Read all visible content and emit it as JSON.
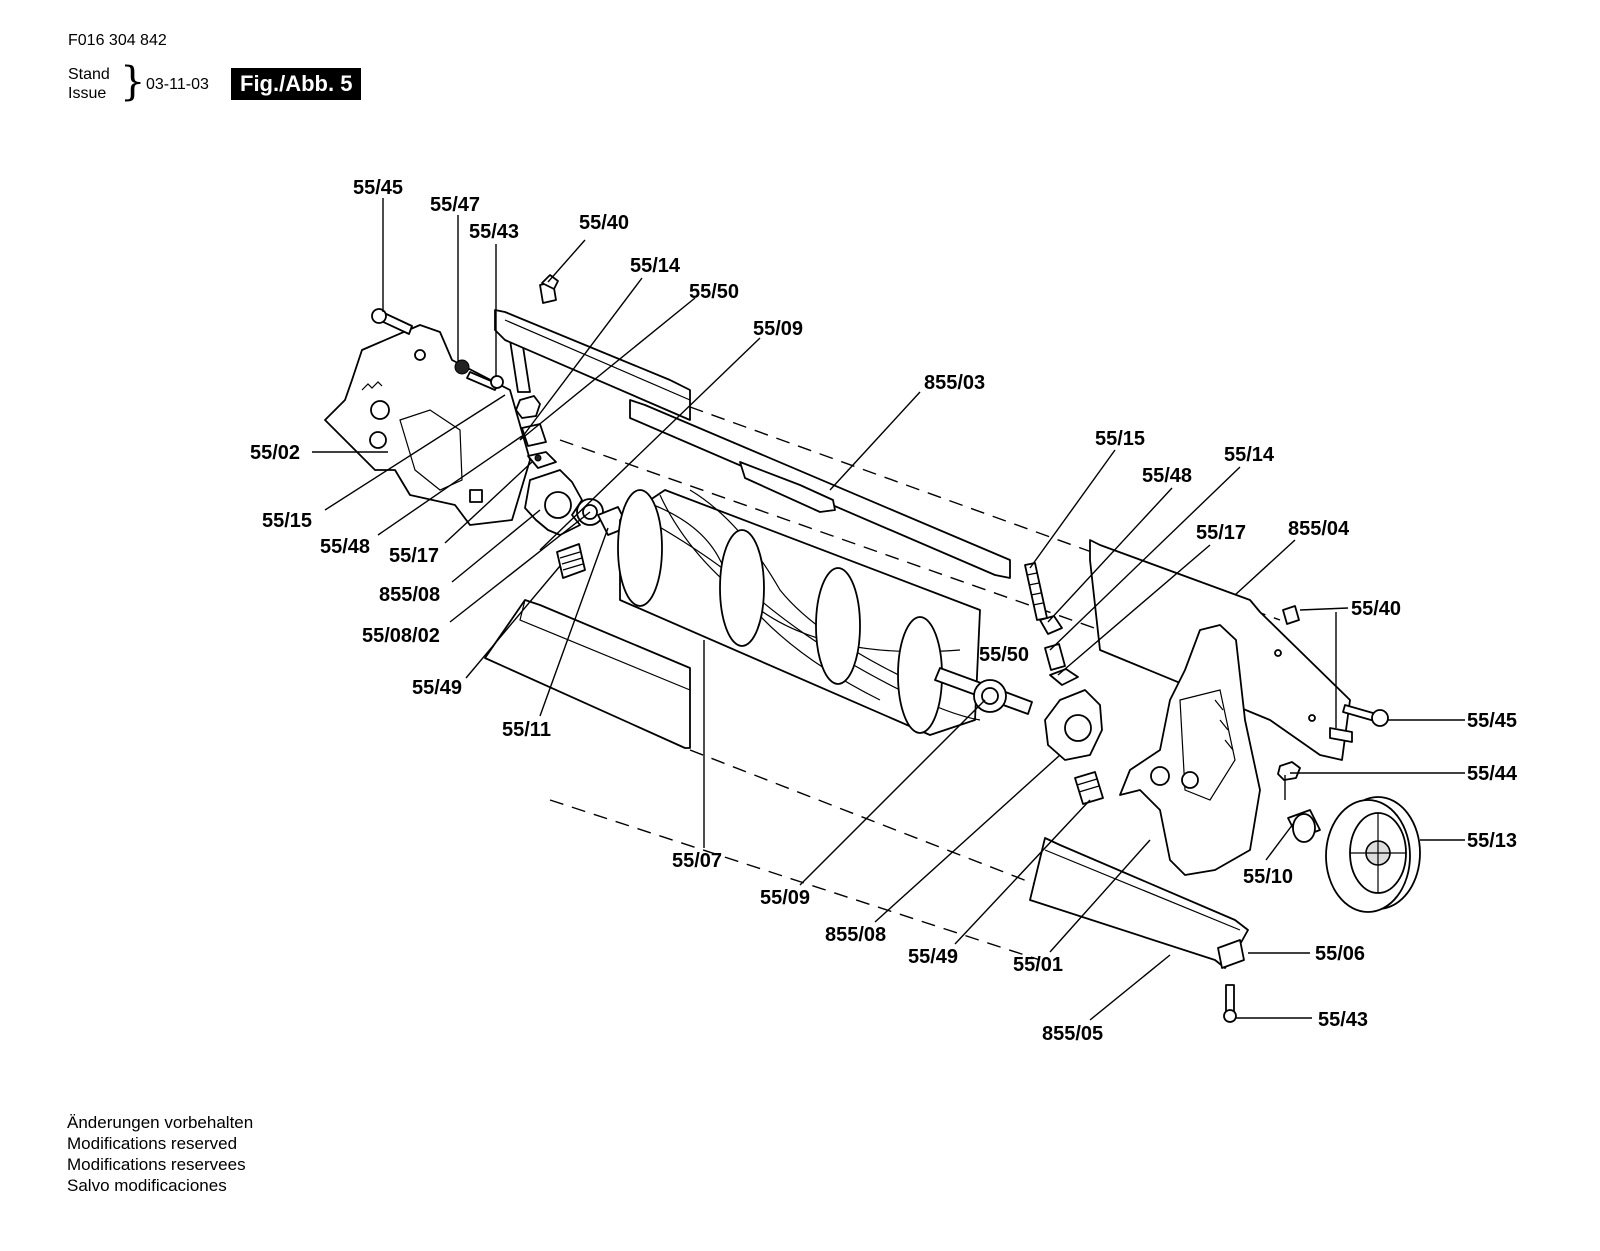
{
  "header": {
    "doc_number": "F016 304 842",
    "stand_label": "Stand",
    "issue_label": "Issue",
    "issue_date": "03-11-03",
    "fig_label": "Fig./Abb. 5"
  },
  "callouts": [
    "55/45",
    "55/47",
    "55/43",
    "55/40",
    "55/14",
    "55/50",
    "55/09",
    "855/03",
    "55/02",
    "55/15",
    "55/48",
    "55/17",
    "855/08",
    "55/08/02",
    "55/49",
    "55/11",
    "55/15",
    "55/48",
    "55/14",
    "55/17",
    "855/04",
    "55/40",
    "55/50",
    "55/45",
    "55/44",
    "55/13",
    "55/10",
    "55/07",
    "55/09",
    "855/08",
    "55/49",
    "55/01",
    "55/06",
    "55/43",
    "855/05"
  ],
  "footer": {
    "lines": [
      "Änderungen vorbehalten",
      "Modifications reserved",
      "Modifications reservees",
      "Salvo modificaciones"
    ]
  }
}
